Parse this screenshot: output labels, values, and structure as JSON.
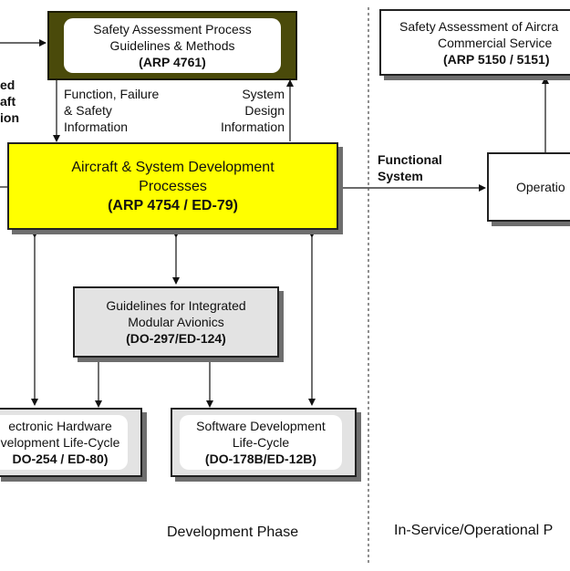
{
  "left_edge_labels": [
    "ed",
    "aft",
    "ion"
  ],
  "sa_process": {
    "line1": "Safety Assessment Process",
    "line2": "Guidelines & Methods",
    "code": "(ARP 4761)"
  },
  "function_failure": [
    "Function, Failure",
    "& Safety",
    "Information"
  ],
  "system_design": [
    "System",
    "Design",
    "Information"
  ],
  "dev_process": {
    "line1": "Aircraft & System Development",
    "line2": "Processes",
    "code": "(ARP 4754 / ED-79)"
  },
  "functional_system": [
    "Functional",
    "System"
  ],
  "sa_commercial": {
    "line1": "Safety Assessment of Aircra",
    "line2": "Commercial Service",
    "code": "(ARP 5150 / 5151)"
  },
  "operation": {
    "label": "Operatio"
  },
  "ima": {
    "line1": "Guidelines for Integrated",
    "line2": "Modular Avionics",
    "code": "(DO-297/ED-124)"
  },
  "hardware": {
    "line1": "ectronic Hardware",
    "line2": "velopment Life-Cycle",
    "code": "DO-254 / ED-80)"
  },
  "software": {
    "line1": "Software Development",
    "line2": "Life-Cycle",
    "code": "(DO-178B/ED-12B)"
  },
  "phases": {
    "development": "Development Phase",
    "in_service": "In-Service/Operational P"
  },
  "colors": {
    "dev_fill": "#ffff00",
    "sa_fill": "#4a4a0a",
    "grey_fill": "#e3e3e3"
  }
}
